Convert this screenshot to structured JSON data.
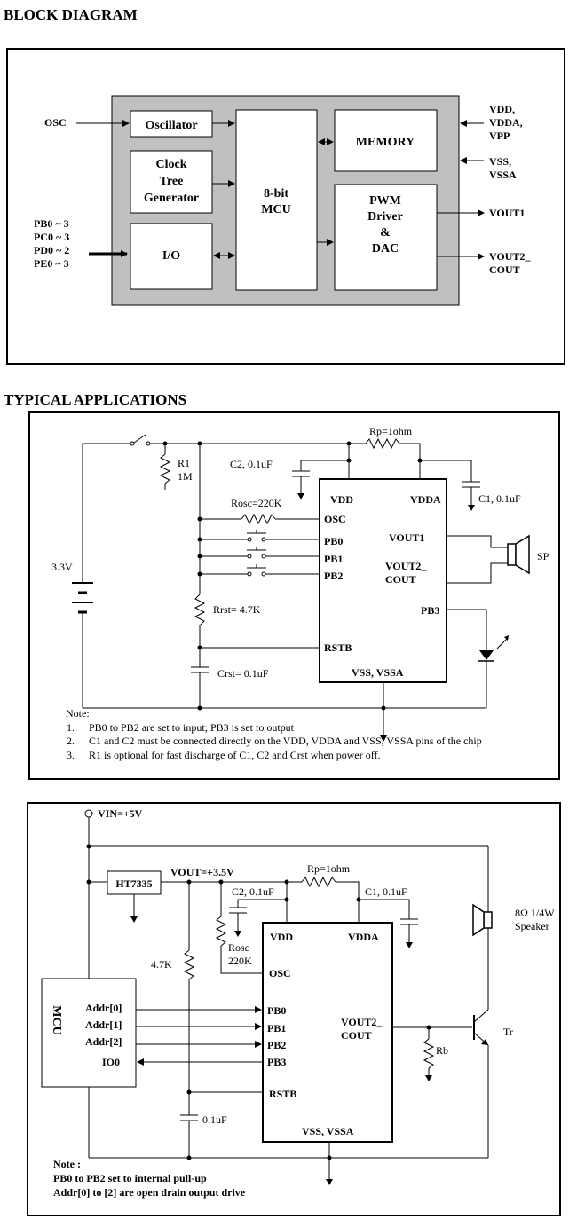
{
  "sections": {
    "block_diagram_title": "BLOCK DIAGRAM",
    "typical_applications_title": "TYPICAL APPLICATIONS"
  },
  "block_diagram": {
    "inputs": {
      "osc": "OSC",
      "ports": [
        "PB0 ~ 3",
        "PC0 ~ 3",
        "PD0 ~ 2",
        "PE0 ~ 3"
      ]
    },
    "blocks": {
      "oscillator": "Oscillator",
      "clock_tree": [
        "Clock",
        "Tree",
        "Generator"
      ],
      "io": "I/O",
      "mcu": [
        "8-bit",
        "MCU"
      ],
      "memory": "MEMORY",
      "pwm": [
        "PWM",
        "Driver",
        "&",
        "DAC"
      ]
    },
    "supplies": {
      "vdd": [
        "VDD,",
        "VDDA,",
        "VPP"
      ],
      "vss": [
        "VSS,",
        "VSSA"
      ]
    },
    "outputs": {
      "vout1": "VOUT1",
      "vout2": [
        "VOUT2_",
        "COUT"
      ]
    }
  },
  "app1": {
    "battery": "3.3V",
    "r1": [
      "R1",
      "1M"
    ],
    "rp": "Rp=1ohm",
    "c2": "C2, 0.1uF",
    "c1": "C1, 0.1uF",
    "rosc": "Rosc=220K",
    "rrst": "Rrst= 4.7K",
    "crst": "Crst= 0.1uF",
    "speaker": "SP",
    "chip_pins": {
      "vdd": "VDD",
      "vdda": "VDDA",
      "osc": "OSC",
      "pb0": "PB0",
      "pb1": "PB1",
      "pb2": "PB2",
      "rstb": "RSTB",
      "vss": "VSS, VSSA",
      "vout1": "VOUT1",
      "vout2": [
        "VOUT2_",
        "COUT"
      ],
      "pb3": "PB3"
    },
    "notes": {
      "heading": "Note:",
      "lines": [
        "PB0 to PB2  are set to input; PB3 is set to output",
        "C1 and C2 must be connected directly on the VDD,  VDDA  and VSS, VSSA pins of the chip",
        "R1 is optional for fast discharge of C1, C2 and Crst when power off."
      ],
      "numbers": [
        "1.",
        "2.",
        "3."
      ]
    }
  },
  "app2": {
    "vin": "VIN=+5V",
    "regulator": "HT7335",
    "vout": "VOUT=+3.5V",
    "rp": "Rp=1ohm",
    "c2": "C2, 0.1uF",
    "c1": "C1, 0.1uF",
    "rosc": [
      "Rosc",
      "220K"
    ],
    "r47": "4.7K",
    "c01": "0.1uF",
    "speaker": [
      "8Ω 1/4W",
      "Speaker"
    ],
    "rb": "Rb",
    "tr": "Tr",
    "mcu": "MCU",
    "mcu_pins": [
      "Addr[0]",
      "Addr[1]",
      "Addr[2]",
      "IO0"
    ],
    "chip_pins": {
      "vdd": "VDD",
      "vdda": "VDDA",
      "osc": "OSC",
      "pb0": "PB0",
      "pb1": "PB1",
      "pb2": "PB2",
      "pb3": "PB3",
      "rstb": "RSTB",
      "vss": "VSS, VSSA",
      "vout2": [
        "VOUT2_",
        "COUT"
      ]
    },
    "notes": {
      "heading": "Note :",
      "lines": [
        "PB0 to PB2 set to internal pull-up",
        "Addr[0] to [2] are open drain output drive"
      ]
    }
  }
}
